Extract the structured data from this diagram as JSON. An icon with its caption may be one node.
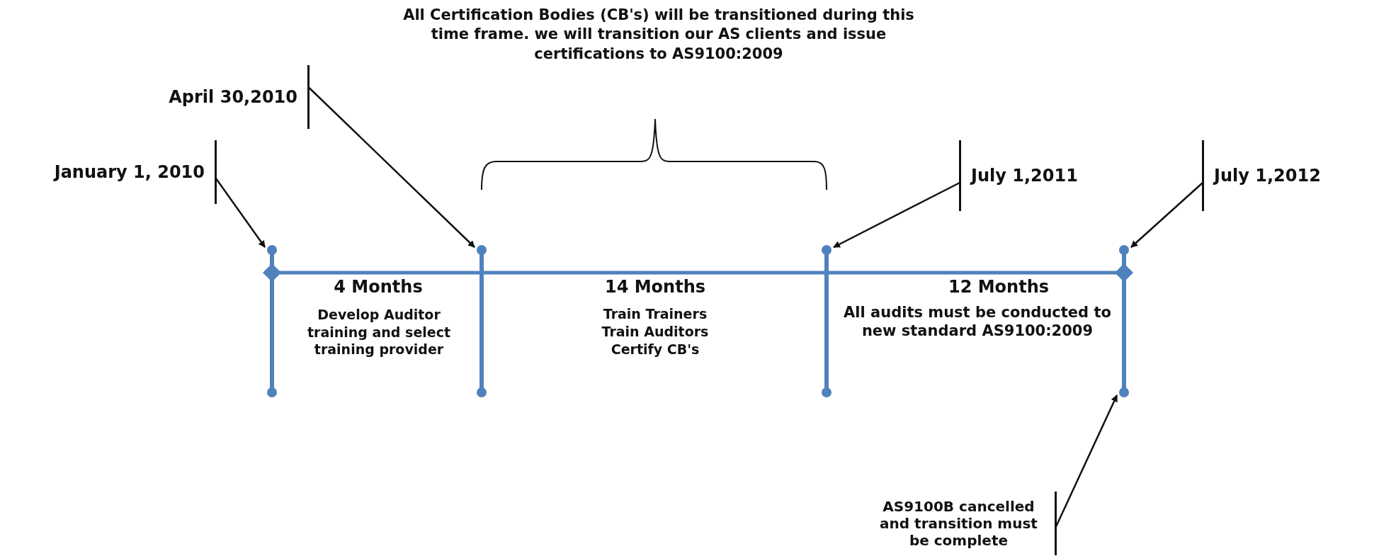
{
  "diagram": {
    "nodes": [
      {
        "text": [
          "January 1, 2010"
        ]
      },
      {
        "text": [
          "April 30,2010"
        ]
      },
      {
        "text": [
          "July 1,2011"
        ]
      },
      {
        "text": [
          "July 1,2012"
        ]
      },
      {
        "text": [
          "AS9100B cancelled and transition must be complete"
        ]
      },
      {
        "text": [],
        "shape": "bar"
      },
      {
        "text": [],
        "shape": "bar"
      },
      {
        "text": [],
        "shape": "bar"
      },
      {
        "text": [],
        "shape": "bar"
      }
    ],
    "edges": [
      {
        "from": 0,
        "to": 5,
        "arrow": "to"
      },
      {
        "from": 1,
        "to": 6,
        "arrow": "to"
      },
      {
        "from": 2,
        "to": 7,
        "arrow": "to"
      },
      {
        "from": 3,
        "to": 8,
        "arrow": "to"
      },
      {
        "from": 4,
        "to": 8,
        "arrow": "to"
      }
    ],
    "labels": [
      "All Certification Bodies (CB's) will be transitioned during this time frame. we will transition our AS clients and issue certifications to AS9100:2009",
      "4 Months",
      "14 Months",
      "12 Months",
      "Develop Auditor training and select training provider",
      "Train Trainers",
      "Train Auditors",
      "Certify CB's",
      "All audits must be conducted to new standard AS9100:2009"
    ]
  }
}
